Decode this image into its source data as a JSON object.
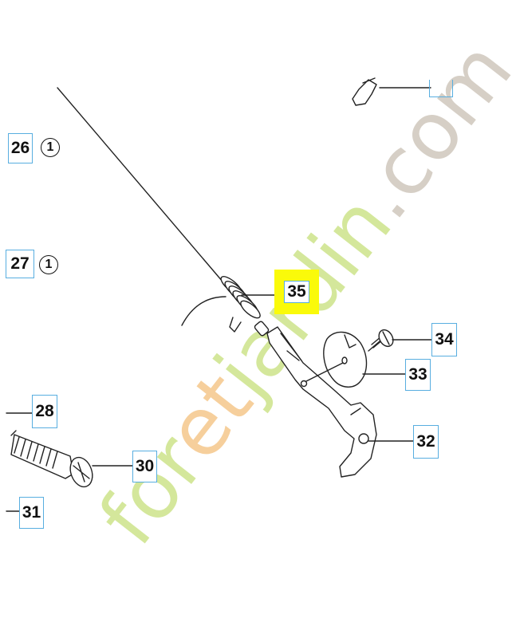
{
  "labels": {
    "p26": "26",
    "p27": "27",
    "p28": "28",
    "p30": "30",
    "p31": "31",
    "p32": "32",
    "p33": "33",
    "p34": "34",
    "p35": "35"
  },
  "quantities": {
    "q26": "1",
    "q27": "1"
  },
  "highlighted_part": "35",
  "watermark": {
    "text": "foretjardin.com",
    "colors": [
      "#c6e07a",
      "#f3c07c",
      "#c9c0b3"
    ]
  }
}
